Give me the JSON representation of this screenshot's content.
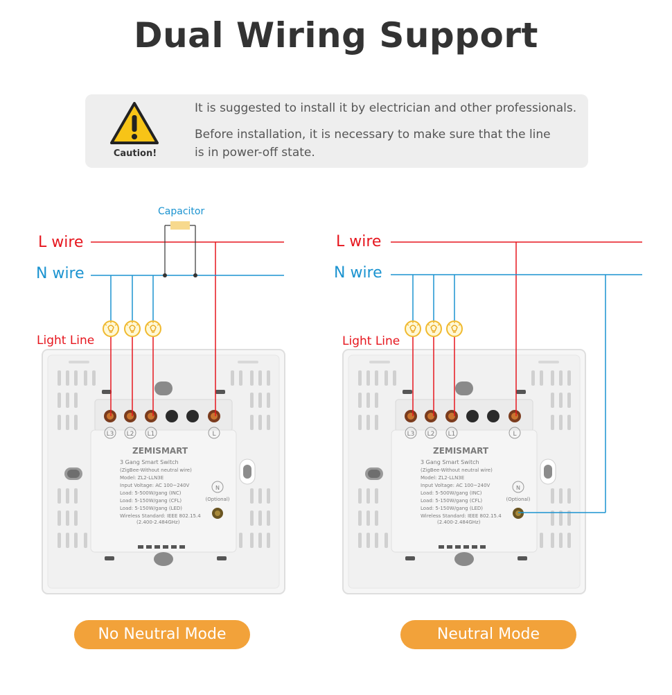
{
  "title": "Dual Wiring Support",
  "caution": {
    "label": "Caution!",
    "line1": "It is suggested to install it by electrician and other professionals.",
    "line2a": "Before installation, it is necessary to make sure that the line",
    "line2b": "is in power-off state."
  },
  "colors": {
    "l_wire": "#e6161e",
    "n_wire": "#1b93d0",
    "button": "#f2a23a",
    "capacitor": "#f7d98e"
  },
  "left_diagram": {
    "capacitor_label": "Capacitor",
    "l_wire_label": "L wire",
    "n_wire_label": "N wire",
    "light_line_label": "Light Line",
    "mode_label": "No Neutral Mode"
  },
  "right_diagram": {
    "l_wire_label": "L wire",
    "n_wire_label": "N wire",
    "light_line_label": "Light Line",
    "mode_label": "Neutral Mode"
  },
  "plate": {
    "brand": "ZEMISMART",
    "terminals": [
      "L3",
      "L2",
      "L1",
      "L"
    ],
    "n_terminal": "N",
    "n_optional": "(Optional)",
    "spec_lines": [
      "3 Gang Smart Switch",
      "(ZigBee-Without neutral wire)",
      "Model: ZL2-LLN3E",
      "Input Voltage: AC 100~240V",
      "Load: 5-500W/gang (INC)",
      "Load: 5-150W/gang (CFL)",
      "Load: 5-150W/gang (LED)",
      "Wireless Standard: IEEE 802.15.4",
      "(2.400-2.484GHz)"
    ]
  }
}
